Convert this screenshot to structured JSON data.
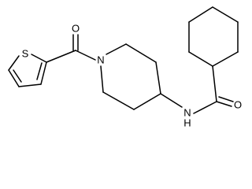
{
  "molecule": {
    "atoms": [
      {
        "id": "S1",
        "symbol": "S"
      },
      {
        "id": "O1",
        "symbol": "O"
      },
      {
        "id": "N1",
        "symbol": "N"
      },
      {
        "id": "N2",
        "symbol": "N"
      },
      {
        "id": "H1",
        "symbol": "H"
      },
      {
        "id": "O2",
        "symbol": "O"
      }
    ],
    "colors": {
      "bond": "#000000",
      "label": "#000000",
      "background": "#ffffff"
    }
  }
}
